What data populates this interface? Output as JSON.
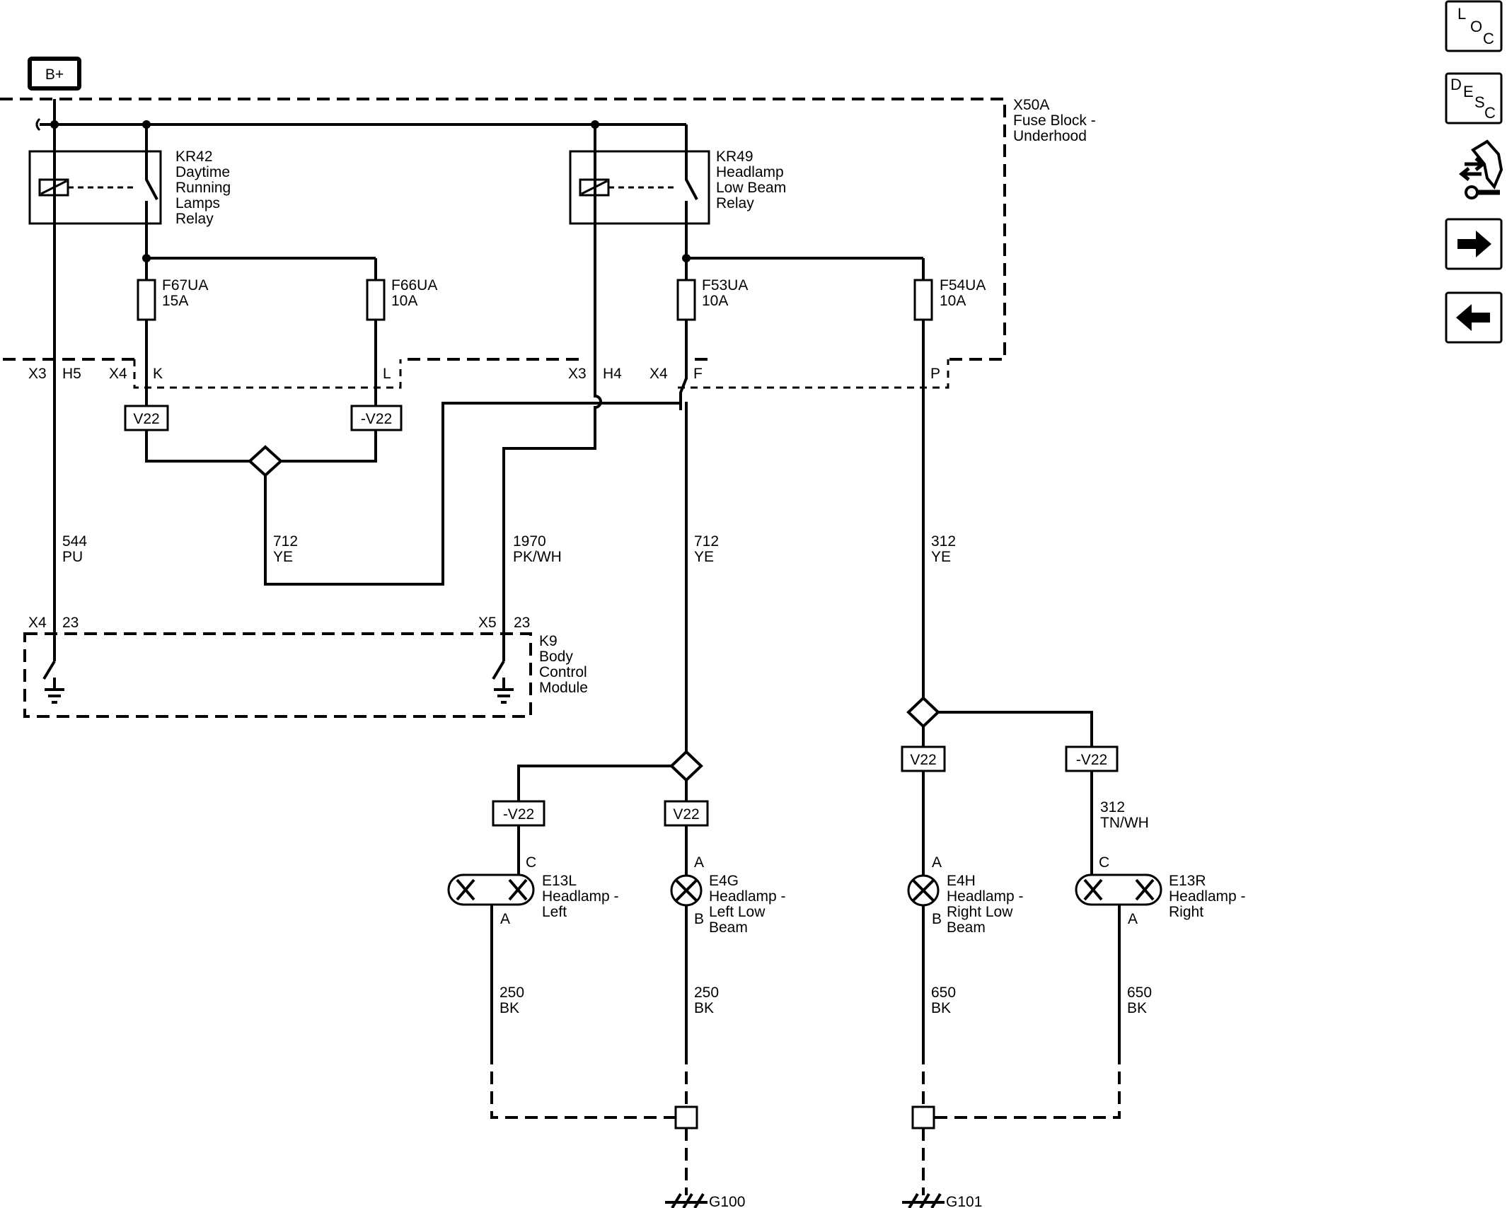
{
  "power": {
    "label": "B+"
  },
  "fuse_block": {
    "id": "X50A",
    "line1": "Fuse Block -",
    "line2": "Underhood"
  },
  "relays": [
    {
      "id": "KR42",
      "lines": [
        "Daytime",
        "Running",
        "Lamps",
        "Relay"
      ]
    },
    {
      "id": "KR49",
      "lines": [
        "Headlamp",
        "Low Beam",
        "Relay"
      ]
    }
  ],
  "fuses": [
    {
      "id": "F67UA",
      "rating": "15A"
    },
    {
      "id": "F66UA",
      "rating": "10A"
    },
    {
      "id": "F53UA",
      "rating": "10A"
    },
    {
      "id": "F54UA",
      "rating": "10A"
    }
  ],
  "connectors": {
    "x3a": "X3",
    "h5": "H5",
    "x4a": "X4",
    "k": "K",
    "l": "L",
    "x3b": "X3",
    "h4": "H4",
    "x4b": "X4",
    "f": "F",
    "p": "P",
    "x4c": "X4",
    "pin23a": "23",
    "x5": "X5",
    "pin23b": "23"
  },
  "options": {
    "v22": "V22",
    "not_v22": "-V22"
  },
  "wires": [
    {
      "circuit": "544",
      "color": "PU"
    },
    {
      "circuit": "712",
      "color": "YE"
    },
    {
      "circuit": "1970",
      "color": "PK/WH"
    },
    {
      "circuit": "712",
      "color": "YE"
    },
    {
      "circuit": "312",
      "color": "YE"
    },
    {
      "circuit": "312",
      "color": "TN/WH"
    },
    {
      "circuit": "250",
      "color": "BK"
    },
    {
      "circuit": "250",
      "color": "BK"
    },
    {
      "circuit": "650",
      "color": "BK"
    },
    {
      "circuit": "650",
      "color": "BK"
    }
  ],
  "bcm": {
    "id": "K9",
    "lines": [
      "Body",
      "Control",
      "Module"
    ]
  },
  "lamps": [
    {
      "id": "E13L",
      "lines": [
        "Headlamp -",
        "Left"
      ],
      "pin_top": "C",
      "pin_bottom": "A"
    },
    {
      "id": "E4G",
      "lines": [
        "Headlamp -",
        "Left Low",
        "Beam"
      ],
      "pin_top": "A",
      "pin_bottom": "B"
    },
    {
      "id": "E4H",
      "lines": [
        "Headlamp -",
        "Right Low",
        "Beam"
      ],
      "pin_top": "A",
      "pin_bottom": "B"
    },
    {
      "id": "E13R",
      "lines": [
        "Headlamp -",
        "Right"
      ],
      "pin_top": "C",
      "pin_bottom": "A"
    }
  ],
  "grounds": [
    "G100",
    "G101"
  ],
  "nav": {
    "loc": [
      "L",
      "O",
      "C"
    ],
    "desc": [
      "D",
      "E",
      "S",
      "C"
    ]
  }
}
